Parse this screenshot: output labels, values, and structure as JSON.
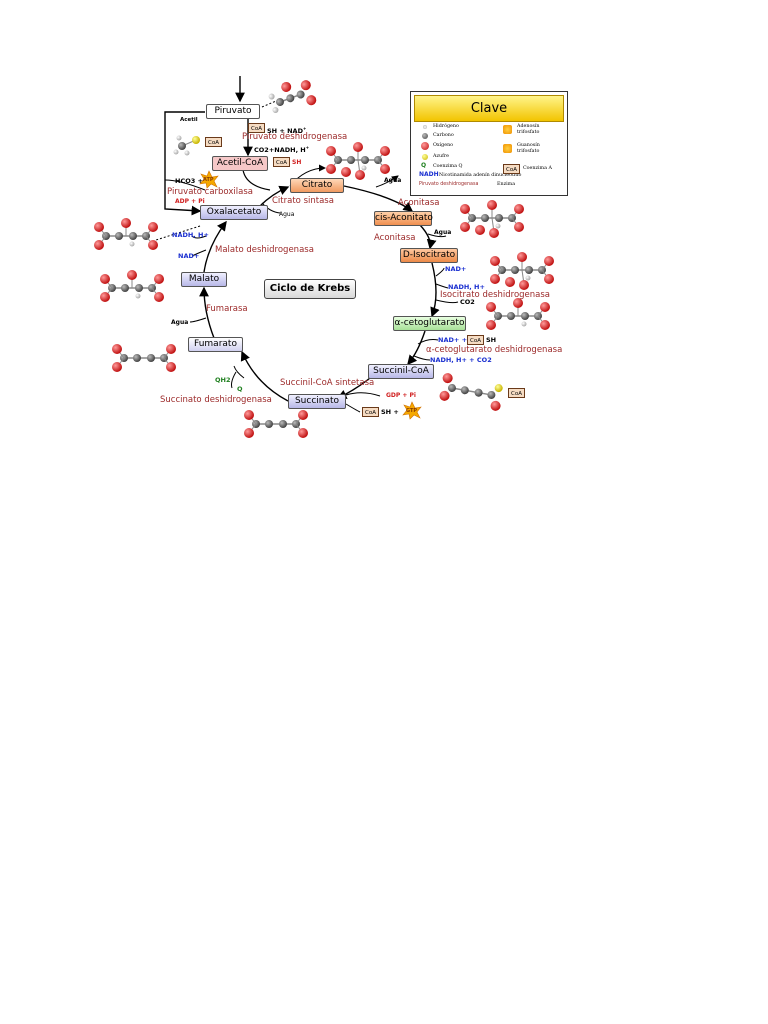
{
  "title": "Ciclo de Krebs",
  "metabolites": {
    "piruvato": "Piruvato",
    "acetil_coa": "Acetil-CoA",
    "citrato": "Citrato",
    "cis_aconitato": "cis-Aconitato",
    "isocitrato": "D-Isocitrato",
    "cetoglutarato": "α-cetoglutarato",
    "succinil_coa": "Succinil-CoA",
    "succinato": "Succinato",
    "fumarato": "Fumarato",
    "malato": "Malato",
    "oxalacetato": "Oxalacetato"
  },
  "enzymes": {
    "piruvato_deshidrogenasa": "Piruvato deshidrogenasa",
    "piruvato_carboxilasa": "Piruvato carboxilasa",
    "citrato_sintasa": "Citrato sintasa",
    "aconitasa_1": "Aconitasa",
    "aconitasa_2": "Aconitasa",
    "isocitrato_deshidrogenasa": "Isocitrato deshidrogenasa",
    "cetoglutarato_deshidrogenasa": "α-cetoglutarato deshidrogenasa",
    "succinil_coa_sintetasa": "Succinil-CoA sintetasa",
    "succinato_deshidrogenasa": "Succinato deshidrogenasa",
    "fumarasa": "Fumarasa",
    "malato_deshidrogenasa": "Malato deshidrogenasa"
  },
  "cofactors": {
    "acetil": "Acetil",
    "sh_nad": "SH + NAD",
    "co2_nadh": "CO2+NADH, H",
    "coa_sh": "SH",
    "hco3": "HCO3 +",
    "atp": "ATP",
    "adp_pi": "ADP + Pi",
    "agua_citrato": "Agua",
    "agua_sintasa": "Agua",
    "agua_aconitato": "Agua",
    "agua_malato": "Agua",
    "nad_iso": "NAD+",
    "nadh_iso": "NADH, H+",
    "co2_iso": "CO2",
    "nad_coa": "NAD+ +",
    "coa_sh_2": "SH",
    "nadh_co2": "NADH, H+ + CO2",
    "gdp_pi": "GDP + Pi",
    "coa_sh_gtp": "SH +",
    "gtp": "GTP",
    "qh2": "QH2",
    "q": "Q",
    "nadh_malato": "NADH, H+",
    "nad_malato": "NAD+",
    "coa": "CoA"
  },
  "key": {
    "title": "Clave",
    "items": {
      "hidrogeno": "Hidrógeno",
      "carbono": "Carbono",
      "oxigeno": "Oxígeno",
      "azufre": "Azufre",
      "coenzima_q": "Coenzima Q",
      "q_symbol": "Q",
      "adenosin": "Adenosín trifosfato",
      "guanosin": "Guanosín trifosfato",
      "coenzima_a": "Coenzima A",
      "nadh_symbol": "NADH",
      "nadh_desc": "Nicotinamida adenín dinucleótido",
      "enzima_sample": "Piruvato deshidrogenasa",
      "enzima": "Enzima"
    }
  },
  "colors": {
    "enzyme": "#9c2a2a",
    "citrato_box": "#f6b27a",
    "isocitrato_box": "#f6a868",
    "cetoglutarato_box": "#c8f0c0",
    "late_box": "#c8c8f0",
    "oxygen": "#d81818",
    "carbon": "#555555",
    "key_header": "#f2c400"
  }
}
